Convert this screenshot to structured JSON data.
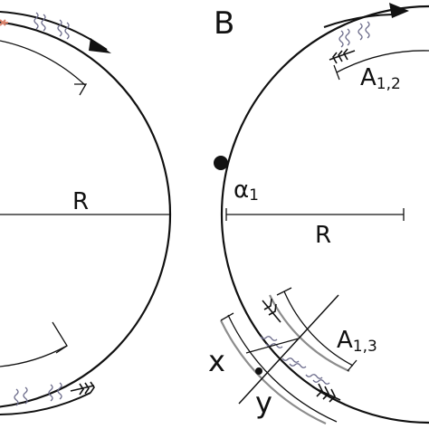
{
  "panel_b": {
    "label": "B",
    "radius_label": "R",
    "alpha_label": "α",
    "alpha_sub": "1",
    "a12_main": "A",
    "a12_sub": "1,2",
    "a13_main": "A",
    "a13_sub": "1,3",
    "x_label": "x",
    "y_label": "y"
  },
  "panel_a": {
    "radius_label": "R"
  },
  "colors": {
    "ink": "#111111",
    "band_gray": "#8c8c8c",
    "spring": "#6b6b8a",
    "accent_orange": "#d9826b"
  }
}
